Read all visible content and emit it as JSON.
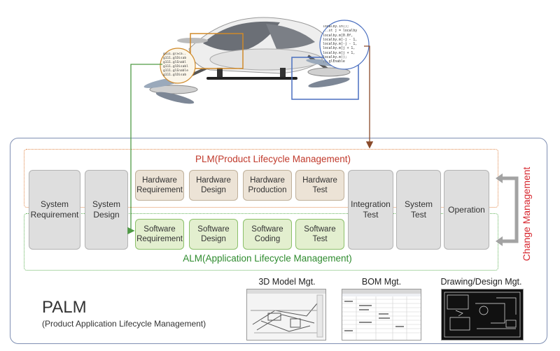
{
  "plm": {
    "title": "PLM(Product Lifecycle Management)"
  },
  "alm": {
    "title": "ALM(Application Lifecycle Management)"
  },
  "phases": {
    "system_requirement": "System\nRequirement",
    "system_design": "System\nDesign",
    "integration_test": "Integration\nTest",
    "system_test": "System\nTest",
    "operation": "Operation"
  },
  "hardware": [
    "Hardware\nRequirement",
    "Hardware\nDesign",
    "Hardware\nProduction",
    "Hardware\nTest"
  ],
  "software": [
    "Software\nRequirement",
    "Software\nDesign",
    "Software\nCoding",
    "Software\nTest"
  ],
  "change_management": "Change Management",
  "palm": {
    "title": "PALM",
    "subtitle": "(Product Application Lifecycle Management)"
  },
  "management_tools": {
    "model_3d": "3D Model Mgt.",
    "bom": "BOM Mgt.",
    "drawing": "Drawing/Design Mgt."
  },
  "code_snippet_left": [
    "g111.glSca..",
    "g111.glDisab",
    "g111.glEnabl",
    "g111.glDisabl",
    "g111.glEnable",
    "g111.glDisab"
  ],
  "code_snippet_right": [
    "localby.in();",
    "...st j = localby",
    "localby.m[0.0f,",
    "localby.m[-j - 1,",
    "localby.m[-j - 1,",
    "localby.m[j + 1,",
    "localby.m[j + 1,",
    "localby.m();",
    "...glEnable"
  ],
  "colors": {
    "plm_border": "#e0874a",
    "alm_border": "#63b35a",
    "change_mgmt": "#d7262e",
    "frame": "#7f8fb3"
  }
}
